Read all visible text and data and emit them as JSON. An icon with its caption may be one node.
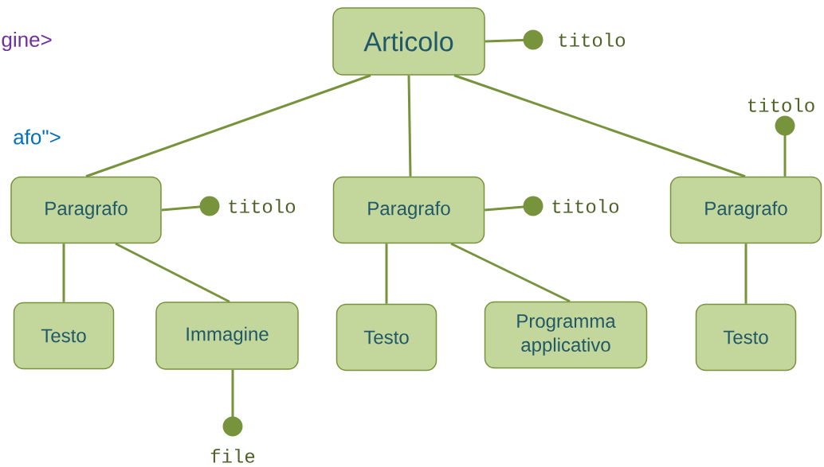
{
  "diagram": {
    "nodes": [
      {
        "text": [
          "Articolo"
        ]
      },
      {
        "text": [
          "Paragrafo"
        ]
      },
      {
        "text": [
          "Paragrafo"
        ]
      },
      {
        "text": [
          "Paragrafo"
        ]
      },
      {
        "text": [
          "Testo"
        ]
      },
      {
        "text": [
          "Immagine"
        ]
      },
      {
        "text": [
          "Testo"
        ]
      },
      {
        "text": [
          "Programma applicativo"
        ]
      },
      {
        "text": [
          "Testo"
        ]
      },
      {
        "text": [
          "titolo"
        ]
      },
      {
        "text": [
          "titolo"
        ]
      },
      {
        "text": [
          "titolo"
        ]
      },
      {
        "text": [
          "titolo"
        ]
      },
      {
        "text": [
          "file"
        ]
      }
    ],
    "edges": [
      {
        "from": 0,
        "to": 1,
        "arrow": "none"
      },
      {
        "from": 0,
        "to": 2,
        "arrow": "none"
      },
      {
        "from": 0,
        "to": 3,
        "arrow": "none"
      },
      {
        "from": 1,
        "to": 4,
        "arrow": "none"
      },
      {
        "from": 1,
        "to": 5,
        "arrow": "none"
      },
      {
        "from": 2,
        "to": 6,
        "arrow": "none"
      },
      {
        "from": 2,
        "to": 7,
        "arrow": "none"
      },
      {
        "from": 3,
        "to": 8,
        "arrow": "none"
      },
      {
        "from": 0,
        "to": 9,
        "arrow": "other"
      },
      {
        "from": 1,
        "to": 10,
        "arrow": "other"
      },
      {
        "from": 2,
        "to": 11,
        "arrow": "other"
      },
      {
        "from": 3,
        "to": 12,
        "arrow": "other"
      },
      {
        "from": 5,
        "to": 13,
        "arrow": "other"
      }
    ],
    "labels": [
      "gine>",
      "afo\">"
    ]
  }
}
